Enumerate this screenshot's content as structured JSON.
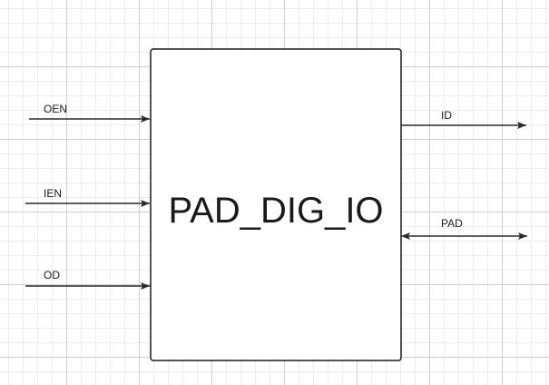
{
  "block": {
    "title": "PAD_DIG_IO"
  },
  "signals": {
    "oen": "OEN",
    "ien": "IEN",
    "od": "OD",
    "id": "ID",
    "pad": "PAD"
  }
}
